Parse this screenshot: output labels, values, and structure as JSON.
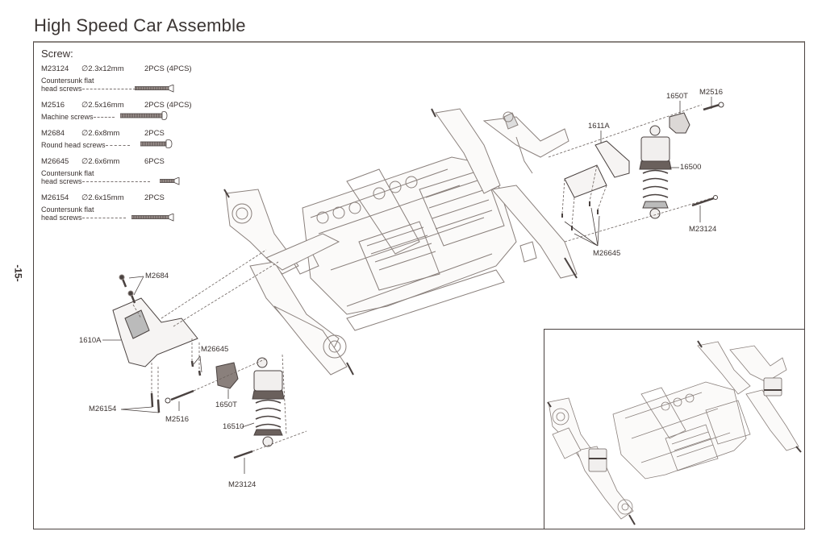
{
  "page": {
    "title": "High Speed Car Assemble",
    "page_number": "-15-"
  },
  "screw_list": {
    "heading": "Screw:",
    "items": [
      {
        "code": "M23124",
        "size": "∅2.3x12mm",
        "qty": "2PCS (4PCS)",
        "type_line1": "Countersunk flat",
        "type_line2": "head screws",
        "icon": "countersunk-screw-icon"
      },
      {
        "code": "M2516",
        "size": "∅2.5x16mm",
        "qty": "2PCS (4PCS)",
        "type_line1": "",
        "type_line2": "Machine screws",
        "icon": "machine-screw-icon"
      },
      {
        "code": "M2684",
        "size": "∅2.6x8mm",
        "qty": "2PCS",
        "type_line1": "",
        "type_line2": "Round head screws",
        "icon": "round-head-screw-icon"
      },
      {
        "code": "M26645",
        "size": "∅2.6x6mm",
        "qty": "6PCS",
        "type_line1": "Countersunk flat",
        "type_line2": "head screws",
        "icon": "countersunk-screw-icon"
      },
      {
        "code": "M26154",
        "size": "∅2.6x15mm",
        "qty": "2PCS",
        "type_line1": "Countersunk flat",
        "type_line2": "head screws",
        "icon": "countersunk-screw-icon"
      }
    ]
  },
  "callouts": {
    "rear_shock_tower_mount": "1650T",
    "rear_screw_top": "M2516",
    "rear_shock_plate": "1611A",
    "rear_shock": "16500",
    "rear_shock_screw": "M23124",
    "rear_plate_screws": "M26645",
    "front_bumper_screws": "M2684",
    "front_bumper": "1610A",
    "front_bumper_screws_2": "M26645",
    "front_mount": "1650T",
    "front_bottom_screws": "M26154",
    "front_machine_screw": "M2516",
    "front_shock": "16510",
    "front_shock_screw": "M23124"
  },
  "colors": {
    "line": "#4a4240",
    "drawing": "#8a807c",
    "text": "#3a3230"
  }
}
